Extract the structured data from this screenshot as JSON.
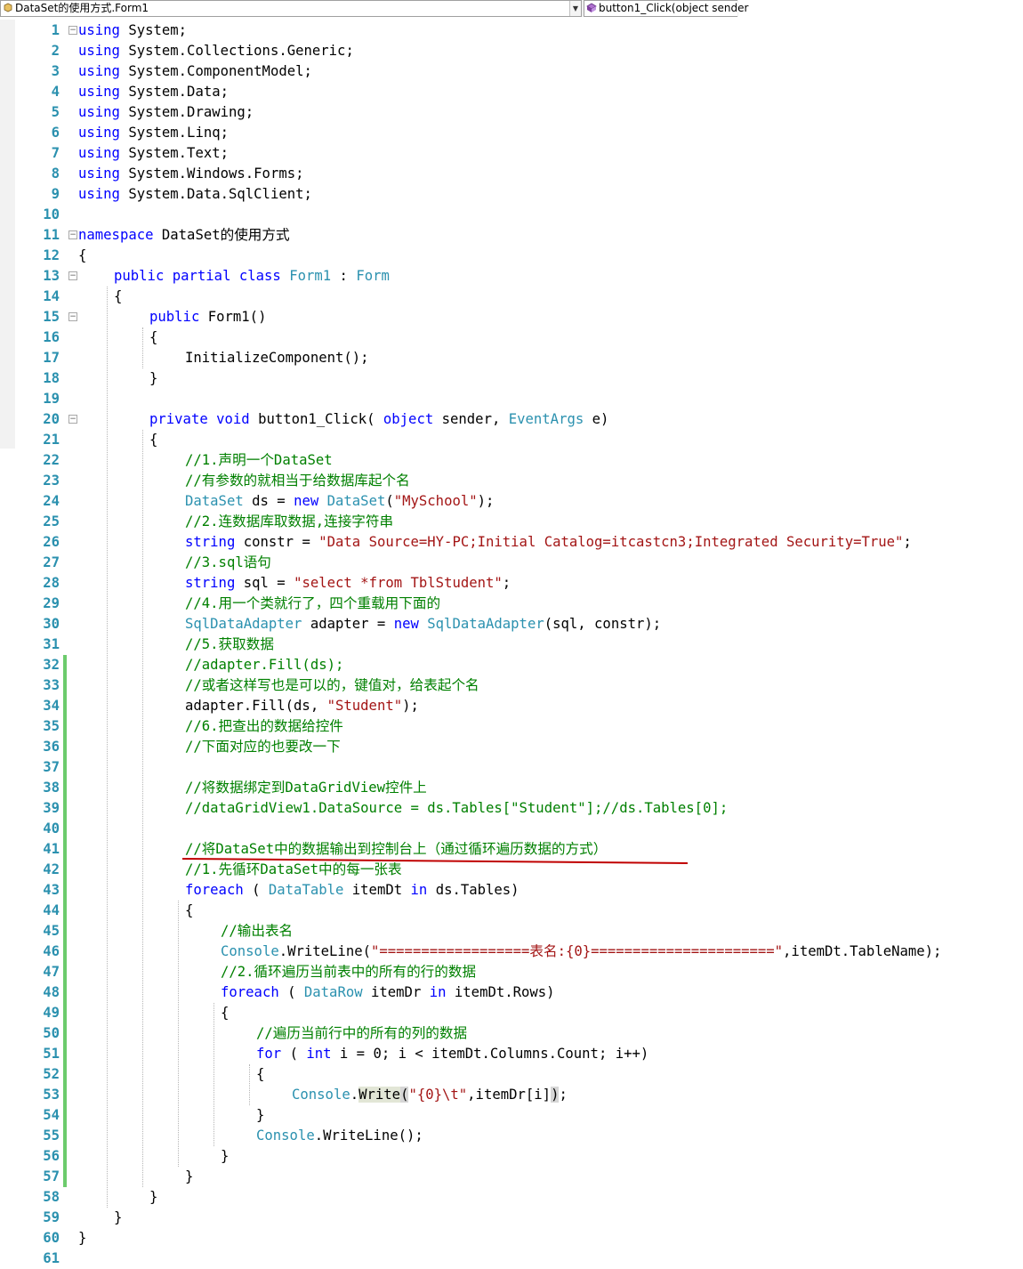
{
  "navbar": {
    "class_combo": "DataSet的使用方式.Form1",
    "member_combo": "button1_Click(object sender"
  },
  "lines": [
    {
      "n": "1",
      "fold": "minus",
      "indent": 0,
      "tokens": [
        [
          "kw",
          "using"
        ],
        [
          "",
          "System;"
        ]
      ]
    },
    {
      "n": "2",
      "fold": "",
      "indent": 0,
      "tokens": [
        [
          "kw",
          "using"
        ],
        [
          "",
          "System.Collections.Generic;"
        ]
      ]
    },
    {
      "n": "3",
      "fold": "",
      "indent": 0,
      "tokens": [
        [
          "kw",
          "using"
        ],
        [
          "",
          "System.ComponentModel;"
        ]
      ]
    },
    {
      "n": "4",
      "fold": "",
      "indent": 0,
      "tokens": [
        [
          "kw",
          "using"
        ],
        [
          "",
          "System.Data;"
        ]
      ]
    },
    {
      "n": "5",
      "fold": "",
      "indent": 0,
      "tokens": [
        [
          "kw",
          "using"
        ],
        [
          "",
          "System.Drawing;"
        ]
      ]
    },
    {
      "n": "6",
      "fold": "",
      "indent": 0,
      "tokens": [
        [
          "kw",
          "using"
        ],
        [
          "",
          "System.Linq;"
        ]
      ]
    },
    {
      "n": "7",
      "fold": "",
      "indent": 0,
      "tokens": [
        [
          "kw",
          "using"
        ],
        [
          "",
          "System.Text;"
        ]
      ]
    },
    {
      "n": "8",
      "fold": "",
      "indent": 0,
      "tokens": [
        [
          "kw",
          "using"
        ],
        [
          "",
          "System.Windows.Forms;"
        ]
      ]
    },
    {
      "n": "9",
      "fold": "",
      "indent": 0,
      "tokens": [
        [
          "kw",
          "using"
        ],
        [
          "",
          "System.Data.SqlClient;"
        ]
      ]
    },
    {
      "n": "10",
      "fold": "",
      "indent": 0,
      "tokens": []
    },
    {
      "n": "11",
      "fold": "minus",
      "indent": 0,
      "tokens": [
        [
          "kw",
          "namespace"
        ],
        [
          "",
          "DataSet的使用方式"
        ]
      ]
    },
    {
      "n": "12",
      "fold": "",
      "indent": 0,
      "tokens": [
        [
          "",
          "{"
        ]
      ]
    },
    {
      "n": "13",
      "fold": "minus",
      "indent": 1,
      "tokens": [
        [
          "kw",
          "public"
        ],
        [
          "kw",
          "partial"
        ],
        [
          "kw",
          "class"
        ],
        [
          "ty",
          "Form1"
        ],
        [
          "",
          ":"
        ],
        [
          "ty",
          "Form"
        ]
      ]
    },
    {
      "n": "14",
      "fold": "",
      "indent": 1,
      "tokens": [
        [
          "",
          "{"
        ]
      ]
    },
    {
      "n": "15",
      "fold": "minus",
      "indent": 2,
      "tokens": [
        [
          "kw",
          "public"
        ],
        [
          "",
          "Form1()"
        ]
      ]
    },
    {
      "n": "16",
      "fold": "",
      "indent": 2,
      "tokens": [
        [
          "",
          "{"
        ]
      ]
    },
    {
      "n": "17",
      "fold": "",
      "indent": 3,
      "tokens": [
        [
          "",
          "InitializeComponent();"
        ]
      ]
    },
    {
      "n": "18",
      "fold": "",
      "indent": 2,
      "tokens": [
        [
          "",
          "}"
        ]
      ]
    },
    {
      "n": "19",
      "fold": "",
      "indent": 0,
      "tokens": []
    },
    {
      "n": "20",
      "fold": "minus",
      "indent": 2,
      "tokens": [
        [
          "kw",
          "private"
        ],
        [
          "kw",
          "void"
        ],
        [
          "",
          "button1_Click("
        ],
        [
          "kw",
          "object"
        ],
        [
          "",
          "sender,"
        ],
        [
          "ty",
          "EventArgs"
        ],
        [
          "",
          "e)"
        ]
      ]
    },
    {
      "n": "21",
      "fold": "",
      "indent": 2,
      "tokens": [
        [
          "",
          "{"
        ]
      ]
    },
    {
      "n": "22",
      "fold": "",
      "indent": 3,
      "tokens": [
        [
          "cm",
          "//1.声明一个DataSet"
        ]
      ]
    },
    {
      "n": "23",
      "fold": "",
      "indent": 3,
      "tokens": [
        [
          "cm",
          "//有参数的就相当于给数据库起个名"
        ]
      ]
    },
    {
      "n": "24",
      "fold": "",
      "indent": 3,
      "tokens": [
        [
          "ty",
          "DataSet"
        ],
        [
          "",
          "ds ="
        ],
        [
          "kw",
          "new"
        ],
        [
          "ty",
          "DataSet"
        ],
        [
          "nsp",
          "("
        ],
        [
          "st",
          "\"MySchool\""
        ],
        [
          "nsp",
          ");"
        ]
      ]
    },
    {
      "n": "25",
      "fold": "",
      "indent": 3,
      "tokens": [
        [
          "cm",
          "//2.连数据库取数据,连接字符串"
        ]
      ]
    },
    {
      "n": "26",
      "fold": "",
      "indent": 3,
      "tokens": [
        [
          "kw",
          "string"
        ],
        [
          "",
          "constr ="
        ],
        [
          "st",
          "\"Data Source=HY-PC;Initial Catalog=itcastcn3;Integrated Security=True\""
        ],
        [
          "nsp",
          ";"
        ]
      ]
    },
    {
      "n": "27",
      "fold": "",
      "indent": 3,
      "tokens": [
        [
          "cm",
          "//3.sql语句"
        ]
      ]
    },
    {
      "n": "28",
      "fold": "",
      "indent": 3,
      "tokens": [
        [
          "kw",
          "string"
        ],
        [
          "",
          "sql ="
        ],
        [
          "st",
          "\"select *from TblStudent\""
        ],
        [
          "nsp",
          ";"
        ]
      ]
    },
    {
      "n": "29",
      "fold": "",
      "indent": 3,
      "tokens": [
        [
          "cm",
          "//4.用一个类就行了，四个重载用下面的"
        ]
      ]
    },
    {
      "n": "30",
      "fold": "",
      "indent": 3,
      "tokens": [
        [
          "ty",
          "SqlDataAdapter"
        ],
        [
          "",
          "adapter ="
        ],
        [
          "kw",
          "new"
        ],
        [
          "ty",
          "SqlDataAdapter"
        ],
        [
          "nsp",
          "(sql, constr);"
        ]
      ]
    },
    {
      "n": "31",
      "fold": "",
      "indent": 3,
      "tokens": [
        [
          "cm",
          "//5.获取数据"
        ]
      ]
    },
    {
      "n": "32",
      "fold": "",
      "green": true,
      "indent": 3,
      "tokens": [
        [
          "cm",
          "//adapter.Fill(ds);"
        ]
      ]
    },
    {
      "n": "33",
      "fold": "",
      "green": true,
      "indent": 3,
      "tokens": [
        [
          "cm",
          "//或者这样写也是可以的，键值对，给表起个名"
        ]
      ]
    },
    {
      "n": "34",
      "fold": "",
      "green": true,
      "indent": 3,
      "tokens": [
        [
          "",
          "adapter.Fill(ds,"
        ],
        [
          "st",
          "\"Student\""
        ],
        [
          "nsp",
          ");"
        ]
      ]
    },
    {
      "n": "35",
      "fold": "",
      "green": true,
      "indent": 3,
      "tokens": [
        [
          "cm",
          "//6.把查出的数据给控件"
        ]
      ]
    },
    {
      "n": "36",
      "fold": "",
      "green": true,
      "indent": 3,
      "tokens": [
        [
          "cm",
          "//下面对应的也要改一下"
        ]
      ]
    },
    {
      "n": "37",
      "fold": "",
      "green": true,
      "indent": 0,
      "tokens": []
    },
    {
      "n": "38",
      "fold": "",
      "green": true,
      "indent": 3,
      "tokens": [
        [
          "cm",
          "//将数据绑定到DataGridView控件上"
        ]
      ]
    },
    {
      "n": "39",
      "fold": "",
      "green": true,
      "indent": 3,
      "tokens": [
        [
          "cm",
          "//dataGridView1.DataSource = ds.Tables[\"Student\"];//ds.Tables[0];"
        ]
      ]
    },
    {
      "n": "40",
      "fold": "",
      "green": true,
      "indent": 0,
      "tokens": []
    },
    {
      "n": "41",
      "fold": "",
      "green": true,
      "indent": 3,
      "tokens": [
        [
          "cm",
          "//将DataSet中的数据输出到控制台上（通过循环遍历数据的方式）"
        ]
      ]
    },
    {
      "n": "42",
      "fold": "",
      "green": true,
      "indent": 3,
      "tokens": [
        [
          "cm",
          "//1.先循环DataSet中的每一张表"
        ]
      ]
    },
    {
      "n": "43",
      "fold": "",
      "green": true,
      "indent": 3,
      "tokens": [
        [
          "kw",
          "foreach"
        ],
        [
          "",
          "("
        ],
        [
          "ty",
          "DataTable"
        ],
        [
          "",
          "itemDt"
        ],
        [
          "kw",
          "in"
        ],
        [
          "",
          "ds.Tables)"
        ]
      ]
    },
    {
      "n": "44",
      "fold": "",
      "green": true,
      "indent": 3,
      "tokens": [
        [
          "",
          "{"
        ]
      ]
    },
    {
      "n": "45",
      "fold": "",
      "green": true,
      "indent": 4,
      "tokens": [
        [
          "cm",
          "//输出表名"
        ]
      ]
    },
    {
      "n": "46",
      "fold": "",
      "green": true,
      "indent": 4,
      "tokens": [
        [
          "ty",
          "Console"
        ],
        [
          "nsp",
          ".WriteLine("
        ],
        [
          "st",
          "\"==================表名:{0}======================\""
        ],
        [
          "nsp",
          ",itemDt.TableName);"
        ]
      ]
    },
    {
      "n": "47",
      "fold": "",
      "green": true,
      "indent": 4,
      "tokens": [
        [
          "cm",
          "//2.循环遍历当前表中的所有的行的数据"
        ]
      ]
    },
    {
      "n": "48",
      "fold": "",
      "green": true,
      "indent": 4,
      "tokens": [
        [
          "kw",
          "foreach"
        ],
        [
          "",
          "("
        ],
        [
          "ty",
          "DataRow"
        ],
        [
          "",
          "itemDr"
        ],
        [
          "kw",
          "in"
        ],
        [
          "",
          "itemDt.Rows)"
        ]
      ]
    },
    {
      "n": "49",
      "fold": "",
      "green": true,
      "indent": 4,
      "tokens": [
        [
          "",
          "{"
        ]
      ]
    },
    {
      "n": "50",
      "fold": "",
      "green": true,
      "indent": 5,
      "tokens": [
        [
          "cm",
          "//遍历当前行中的所有的列的数据"
        ]
      ]
    },
    {
      "n": "51",
      "fold": "",
      "green": true,
      "indent": 5,
      "tokens": [
        [
          "kw",
          "for"
        ],
        [
          "",
          "("
        ],
        [
          "kw",
          "int"
        ],
        [
          "",
          "i = 0; i < itemDt.Columns.Count; i++)"
        ]
      ]
    },
    {
      "n": "52",
      "fold": "",
      "green": true,
      "indent": 5,
      "tokens": [
        [
          "",
          "{"
        ]
      ]
    },
    {
      "n": "53",
      "fold": "",
      "green": true,
      "indent": 6,
      "tokens": [
        [
          "ty",
          "Console"
        ],
        [
          "nsp",
          "."
        ],
        [
          "hl",
          "Write"
        ],
        [
          "bm",
          "("
        ],
        [
          "st",
          "\"{0}\\t\""
        ],
        [
          "nsp",
          ",itemDr[i]"
        ],
        [
          "bm",
          ")"
        ],
        [
          "nsp",
          ";"
        ]
      ]
    },
    {
      "n": "54",
      "fold": "",
      "green": true,
      "indent": 5,
      "tokens": [
        [
          "",
          "}"
        ]
      ]
    },
    {
      "n": "55",
      "fold": "",
      "green": true,
      "indent": 5,
      "tokens": [
        [
          "ty",
          "Console"
        ],
        [
          "nsp",
          ".WriteLine();"
        ]
      ]
    },
    {
      "n": "56",
      "fold": "",
      "green": true,
      "indent": 4,
      "tokens": [
        [
          "",
          "}"
        ]
      ]
    },
    {
      "n": "57",
      "fold": "",
      "green": true,
      "indent": 3,
      "tokens": [
        [
          "",
          "}"
        ]
      ]
    },
    {
      "n": "58",
      "fold": "",
      "indent": 2,
      "tokens": [
        [
          "",
          "}"
        ]
      ]
    },
    {
      "n": "59",
      "fold": "",
      "indent": 1,
      "tokens": [
        [
          "",
          "}"
        ]
      ]
    },
    {
      "n": "60",
      "fold": "",
      "indent": 0,
      "tokens": [
        [
          "",
          "}"
        ]
      ]
    },
    {
      "n": "61",
      "fold": "",
      "indent": 0,
      "tokens": []
    }
  ]
}
